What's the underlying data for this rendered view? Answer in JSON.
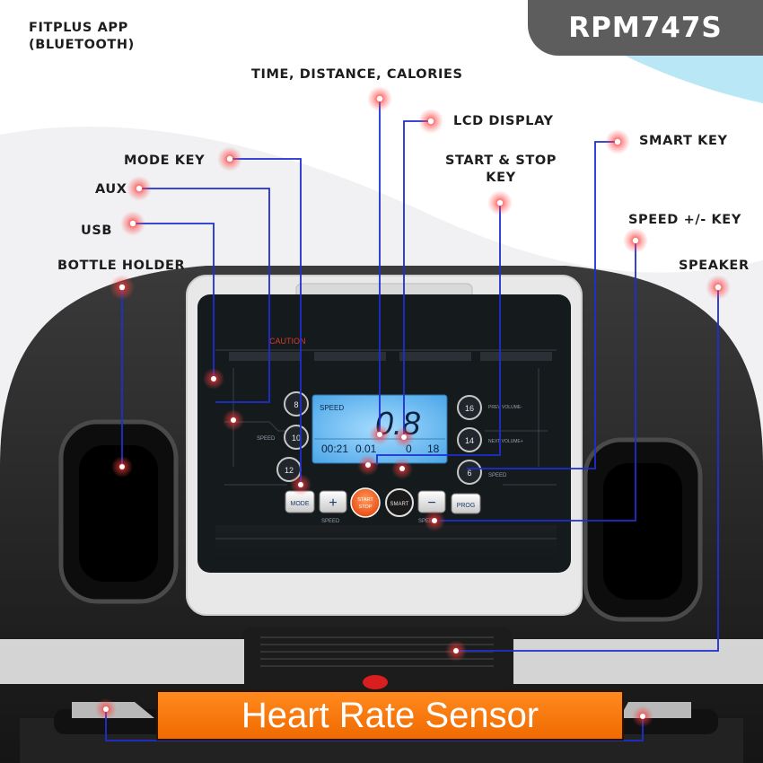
{
  "model": "RPM747S",
  "app_label": [
    "FITPLUS APP",
    "(BLUETOOTH)"
  ],
  "callouts": {
    "time_distance_calories": "TIME, DISTANCE, CALORIES",
    "lcd_display": "LCD DISPLAY",
    "smart_key": "SMART KEY",
    "mode_key": "MODE KEY",
    "start_stop_key": [
      "START & STOP",
      "KEY"
    ],
    "aux": "AUX",
    "usb": "USB",
    "speed_key": "SPEED +/- KEY",
    "bottle_holder": "BOTTLE HOLDER",
    "speaker": "SPEAKER"
  },
  "banner": "Heart Rate Sensor",
  "console": {
    "caution": "CAUTION",
    "lcd_speed_label": "SPEED",
    "lcd_speed_value": "0.8",
    "lcd_time": "00:21",
    "lcd_distance": "0.01",
    "lcd_calories": "0",
    "lcd_extra": "18",
    "speed_presets_left": [
      "8",
      "10",
      "12"
    ],
    "speed_presets_right": [
      "16",
      "14",
      "6"
    ],
    "left_side_label": "SPEED",
    "right_side_label": "SPEED",
    "volume_labels": [
      "PREV VOLUME-",
      "NEXT VOLUME+"
    ],
    "keys": {
      "mode": "MODE",
      "plus": "+",
      "start_stop": [
        "START",
        "STOP"
      ],
      "smart": "SMART",
      "minus": "−",
      "prog": "PROG"
    },
    "key_row_label_left": "SPEED",
    "key_row_label_right": "SPEED"
  },
  "colors": {
    "callout_line": "#1e2fd1",
    "hotspot": "#ff2323",
    "banner": "#f57b12",
    "lcd": "#5ab2ee",
    "frame": "#2a2a2a",
    "badge": "#5d5d5d",
    "accent_swoosh": "#7fd3ee"
  }
}
